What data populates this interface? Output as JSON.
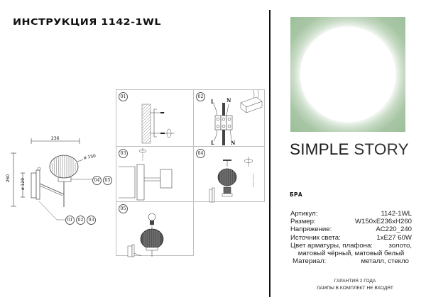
{
  "header": {
    "title": "ИНСТРУКЦИЯ 1142-1WL"
  },
  "brand": {
    "name_bold": "SIMPLE",
    "name_light": "STORY",
    "logo_colors": {
      "frame": "#9dbf9b",
      "circle": "#ffffff"
    }
  },
  "product": {
    "category": "БРА",
    "specs": [
      {
        "label": "Артикул:",
        "value": "1142-1WL"
      },
      {
        "label": "Размер:",
        "value": "W150xE236xH260"
      },
      {
        "label": "Напряжение:",
        "value": "AC220_240"
      },
      {
        "label": "Источник света:",
        "value": "1xE27 60W"
      }
    ],
    "color_label": "Цвет арматуры, плафона:",
    "color_value_1": "золото,",
    "color_value_2": "матовый чёрный, матовый белый",
    "material_label": "Материал:",
    "material_value": "металл,  стекло"
  },
  "footer": {
    "warranty": "ГАРАНТИЯ 2 ГОДА",
    "lamps_note": "ЛАМПЫ В КОМПЛЕКТ НЕ ВХОДЯТ"
  },
  "drawing": {
    "width_dim": "236",
    "height_dim": "260",
    "base_dim": "ø 120",
    "shade_dim": "ø 150",
    "callouts_shade": [
      "04",
      "05"
    ],
    "callouts_base": [
      "01",
      "02",
      "03"
    ]
  },
  "steps": [
    {
      "num": "01"
    },
    {
      "num": "02",
      "labels": {
        "l_top": "L",
        "n_top": "N",
        "l_bottom": "L",
        "n_bottom": "N"
      }
    },
    {
      "num": "03"
    },
    {
      "num": "04"
    },
    {
      "num": "05"
    }
  ]
}
